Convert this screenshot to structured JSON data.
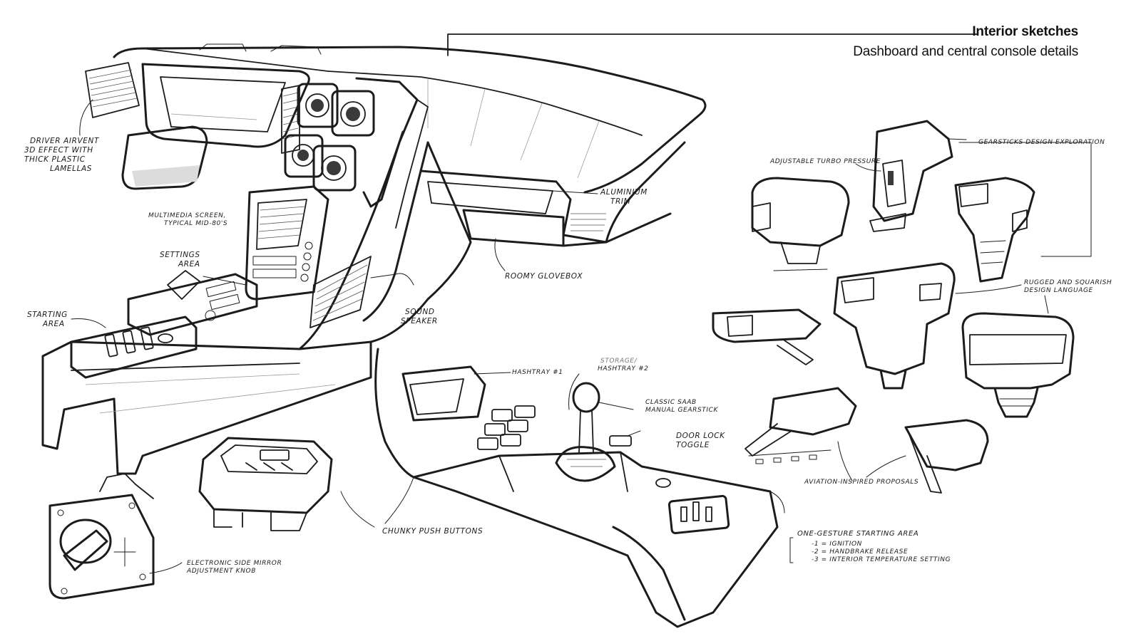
{
  "header": {
    "title": "Interior sketches",
    "subtitle": "Dashboard and central console details"
  },
  "annotations": {
    "driver_airvent": [
      "Driver airvent",
      "3D effect with",
      "thick plastic",
      "lamellas"
    ],
    "multimedia_screen": [
      "Multimedia screen,",
      "typical mid-80's"
    ],
    "settings_area": [
      "Settings",
      "area"
    ],
    "starting_area": [
      "Starting",
      "area"
    ],
    "sound_speaker": [
      "Sound",
      "speaker"
    ],
    "aluminium_trim": [
      "Aluminium",
      "trim"
    ],
    "roomy_glovebox": [
      "Roomy glovebox"
    ],
    "adjustable_turbo": [
      "Adjustable turbo pressure"
    ],
    "gearsticks_exploration": [
      "Gearsticks design exploration"
    ],
    "rugged_language": [
      "Rugged and squarish",
      "design language"
    ],
    "aviation_proposals": [
      "Aviation-inspired proposals"
    ],
    "hashtray_1": [
      "Hashtray #1"
    ],
    "storage_hashtray_2": [
      "Storage/",
      "hashtray #2"
    ],
    "classic_gearstick": [
      "Classic Saab",
      "manual gearstick"
    ],
    "door_lock_toggle": [
      "Door lock",
      "toggle"
    ],
    "chunky_buttons": [
      "Chunky push buttons"
    ],
    "mirror_knob": [
      "Electronic side mirror",
      "adjustment knob"
    ],
    "one_gesture": {
      "title": "One-gesture starting area",
      "items": [
        "-1 = Ignition",
        "-2 = Handbrake release",
        "-3 = Interior temperature setting"
      ]
    }
  }
}
